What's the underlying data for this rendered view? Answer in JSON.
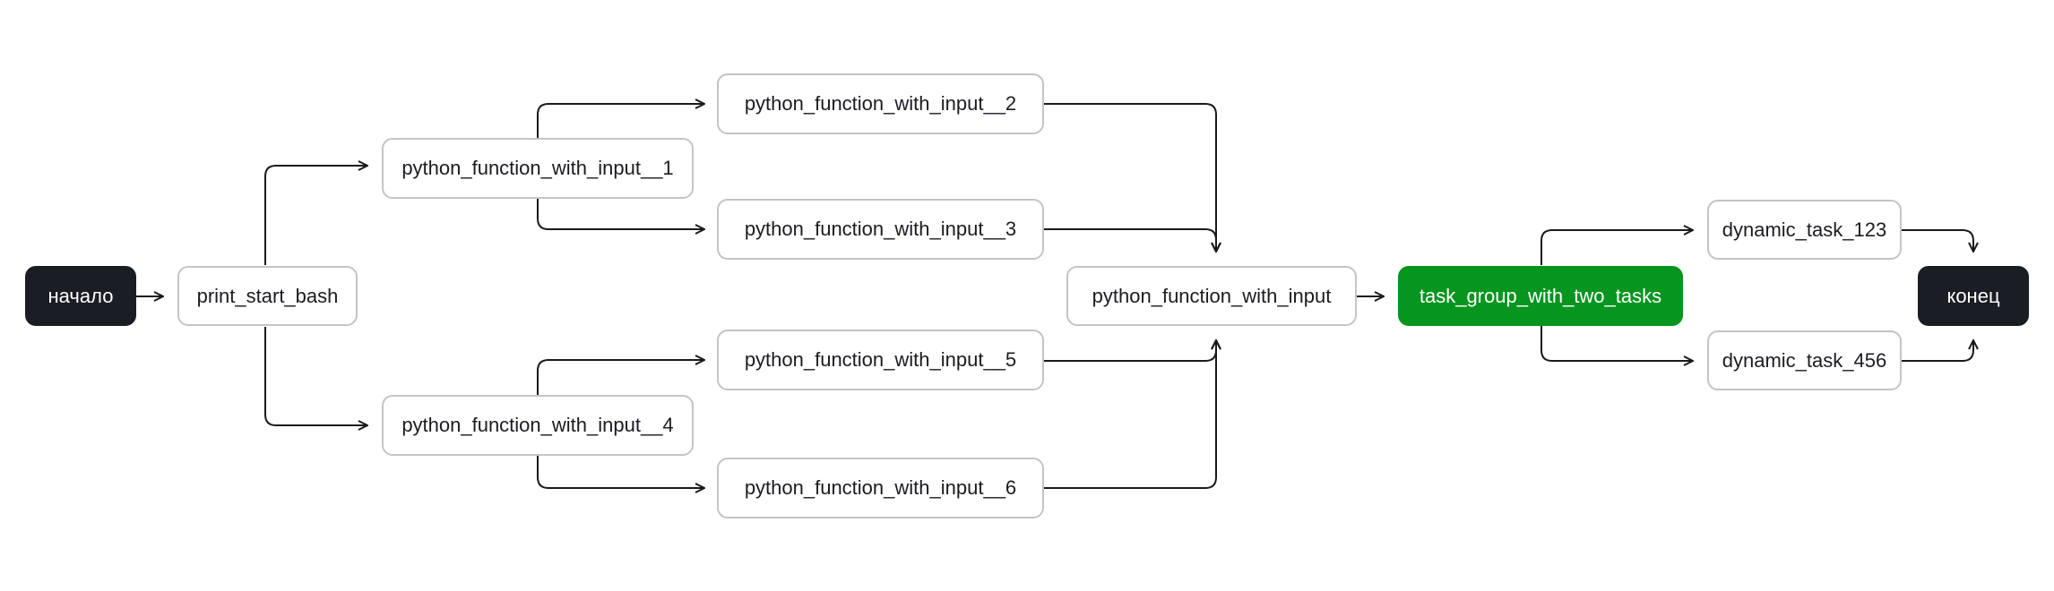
{
  "colors": {
    "terminal_bg": "#1b1d24",
    "active_bg": "#06951f",
    "node_border": "#c4c4c4",
    "edge": "#1a1a1a"
  },
  "nodes": {
    "start": "начало",
    "print_start_bash": "print_start_bash",
    "pf1": "python_function_with_input__1",
    "pf2": "python_function_with_input__2",
    "pf3": "python_function_with_input__3",
    "pf4": "python_function_with_input__4",
    "pf5": "python_function_with_input__5",
    "pf6": "python_function_with_input__6",
    "pf": "python_function_with_input",
    "task_group": "task_group_with_two_tasks",
    "dt123": "dynamic_task_123",
    "dt456": "dynamic_task_456",
    "end": "конец"
  }
}
